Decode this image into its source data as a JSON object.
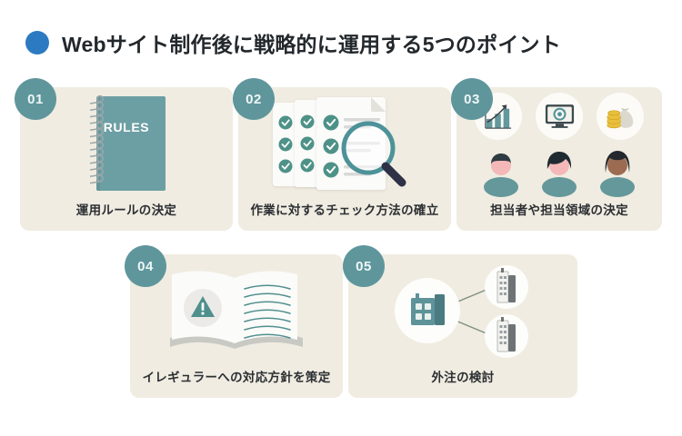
{
  "header": {
    "bullet_color": "#2c7bc2",
    "title": "Webサイト制作後に戦略的に運用する5つのポイント"
  },
  "theme": {
    "page_background": "#ffffff",
    "card_background": "#f0ece1",
    "badge_color": "#5f969c",
    "accent_teal": "#6c9fa4",
    "text_color": "#2c2f33"
  },
  "cards": [
    {
      "number": "01",
      "label": "運用ルールの決定",
      "art": "notebook-rules",
      "notebook_text": "RULES"
    },
    {
      "number": "02",
      "label": "作業に対するチェック方法の確立",
      "art": "checklist-documents-magnifier"
    },
    {
      "number": "03",
      "label": "担当者や担当領域の決定",
      "art": "team-roles",
      "icons": [
        "bar-chart-icon",
        "monitor-icon",
        "money-bag-icon"
      ],
      "avatars": [
        "person-avatar-1",
        "person-avatar-2",
        "person-avatar-3"
      ]
    },
    {
      "number": "04",
      "label": "イレギュラーへの対応方針を策定",
      "art": "open-book-warning"
    },
    {
      "number": "05",
      "label": "外注の検討",
      "art": "outsourcing-buildings"
    }
  ]
}
